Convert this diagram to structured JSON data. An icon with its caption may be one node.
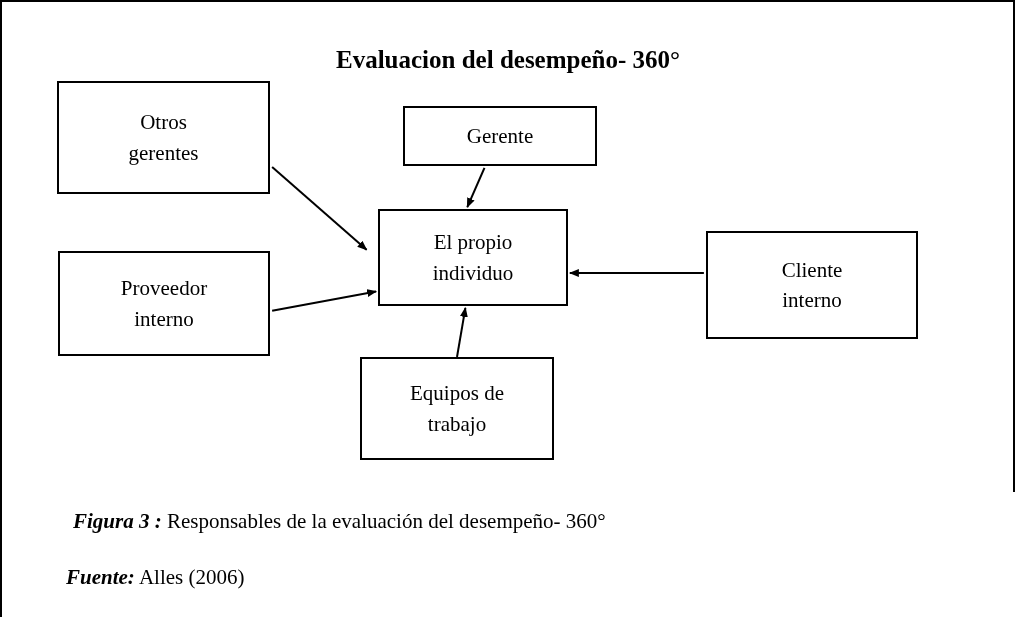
{
  "diagram": {
    "title": "Evaluacion del desempeño- 360°",
    "nodes": [
      {
        "text": [
          "Otros gerentes"
        ]
      },
      {
        "text": [
          "Gerente"
        ]
      },
      {
        "text": [
          "El propio individuo"
        ]
      },
      {
        "text": [
          "Proveedor interno"
        ]
      },
      {
        "text": [
          "Cliente interno"
        ]
      },
      {
        "text": [
          "Equipos de trabajo"
        ]
      }
    ],
    "edges": [
      {
        "from": 0,
        "to": 2,
        "arrow": "to"
      },
      {
        "from": 1,
        "to": 2,
        "arrow": "to"
      },
      {
        "from": 3,
        "to": 2,
        "arrow": "to"
      },
      {
        "from": 4,
        "to": 2,
        "arrow": "to"
      },
      {
        "from": 5,
        "to": 2,
        "arrow": "to"
      }
    ],
    "caption": "**Figura 3 :** Responsables de la evaluación del desempeño- 360°",
    "labels": [
      "**Fuente:** Alles (2006)"
    ]
  }
}
